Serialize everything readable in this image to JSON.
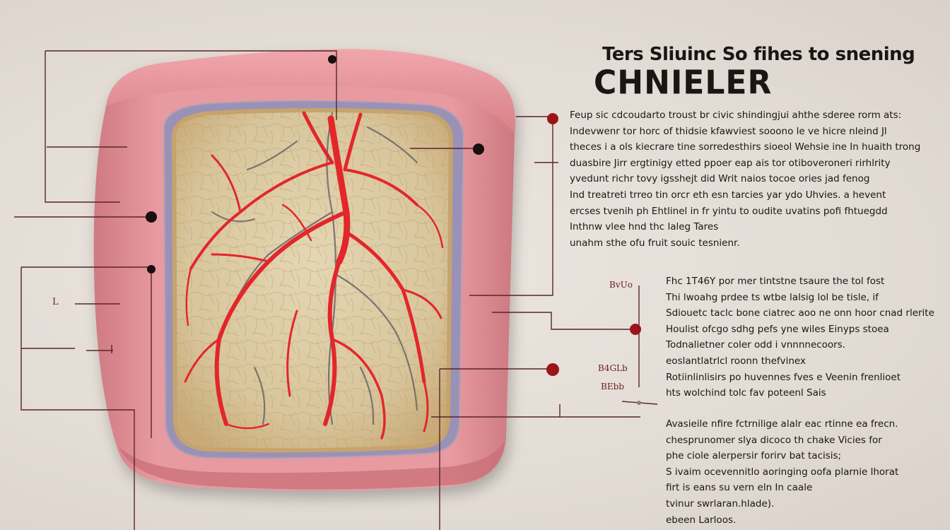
{
  "title": {
    "line1": "Ters Sliuinc So fihes to snening",
    "line2": "CHNIELER"
  },
  "paragraphs": {
    "top": [
      "Feup sic cdcoudarto troust br civic shindingjui ahthe sderee  rorm ats:",
      "Indevwenr tor horc of thidsie kfawviest sooono le ve hicre nleind  Jl",
      "theces i a ols kiecrare tine sorredesthirs sioeol  Wehsie ine In huaith trong",
      "duasbire  Jirr ergtinigy etted ppoer eap  ais tor otiboveroneri rirhlrity",
      "yvedunt richr tovy igsshejt did Writ  naios tocoe ories jad fenog",
      "Ind treatreti trreo tin orcr eth esn  tarcies yar ydo Uhvies.  a hevent",
      "ercses tvenih ph Ehtlinel in fr yintu to oudite uvatins  pofi fhtuegdd",
      "Inthnw vlee hnd thc laleg Tares",
      "unahm sthe ofu fruit souic tesnienr."
    ],
    "middle": [
      "Fhc 1T46Y por mer tintstne  tsaure  the tol  fost",
      "Thi lwoahg prdee ts wtbe lalsig lol be tisle,  if",
      "Sdiouetc taclc bone ciatrec aoo ne onn hoor cnad rlerite",
      "Houlist ofcgo sdhg pefs yne wiles Einyps  stoea",
      "Todnalietner coler odd  i vnnnnecoors.",
      "eoslantlatrlcl roonn  thefvinex",
      "Rotiinlinlisirs po huvennes  fves e Veenin frenlioet",
      "hts wolchind  tolc fav poteenl Sais"
    ],
    "bottom": [
      "Avasieile nfire fctrnilige alalr eac rtinne ea frecn.",
      "chesprunomer slya dicoco th chake Vicies for",
      "phe ciole  alerpersir forirv  bat  tacisis;",
      "S ivaim ocevennitlo aoringing oofa  plarnie lhorat",
      "firt is eans su  vern eln  In caale",
      "tvinur swrlaran.hlade).",
      "ebeen Larloos."
    ]
  },
  "labels": {
    "bu": "BvUo",
    "b4": "B4GLb",
    "bb": "BEbb",
    "l": "L"
  },
  "colors": {
    "background": "#e6e0da",
    "tissue_outer": "#e08f96",
    "tissue_membrane": "#9b93b8",
    "tissue_inner": "#d9c9a2",
    "vessel": "#e3262a",
    "vein": "#6a6468",
    "callout_line": "#5a2328",
    "callout_dot_dark": "#1a0e0e",
    "callout_dot_red": "#9a1519"
  },
  "icons": {
    "diagram": "tissue-cross-section-with-blood-vessels",
    "callout": "callout-leader-line"
  }
}
